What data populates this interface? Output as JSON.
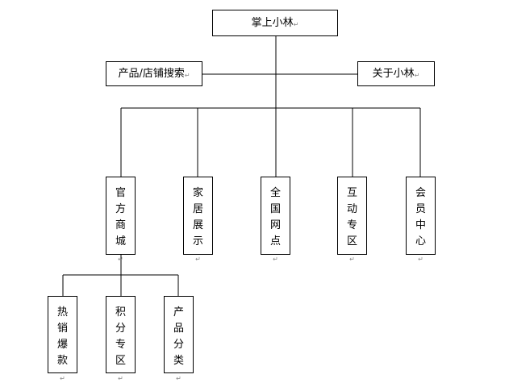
{
  "root": {
    "label": "掌上小林"
  },
  "side_left": {
    "label": "产品/店铺搜索"
  },
  "side_right": {
    "label": "关于小林"
  },
  "modules": [
    {
      "label": "官方商城",
      "chars": [
        "官",
        "方",
        "商",
        "城"
      ]
    },
    {
      "label": "家居展示",
      "chars": [
        "家",
        "居",
        "展",
        "示"
      ]
    },
    {
      "label": "全国网点",
      "chars": [
        "全",
        "国",
        "网",
        "点"
      ]
    },
    {
      "label": "互动专区",
      "chars": [
        "互",
        "动",
        "专",
        "区"
      ]
    },
    {
      "label": "会员中心",
      "chars": [
        "会",
        "员",
        "中",
        "心"
      ]
    }
  ],
  "submodules": [
    {
      "label": "热销爆款",
      "chars": [
        "热",
        "销",
        "爆",
        "款"
      ]
    },
    {
      "label": "积分专区",
      "chars": [
        "积",
        "分",
        "专",
        "区"
      ]
    },
    {
      "label": "产品分类",
      "chars": [
        "产",
        "品",
        "分",
        "类"
      ]
    }
  ],
  "paragraph_mark": "↵"
}
